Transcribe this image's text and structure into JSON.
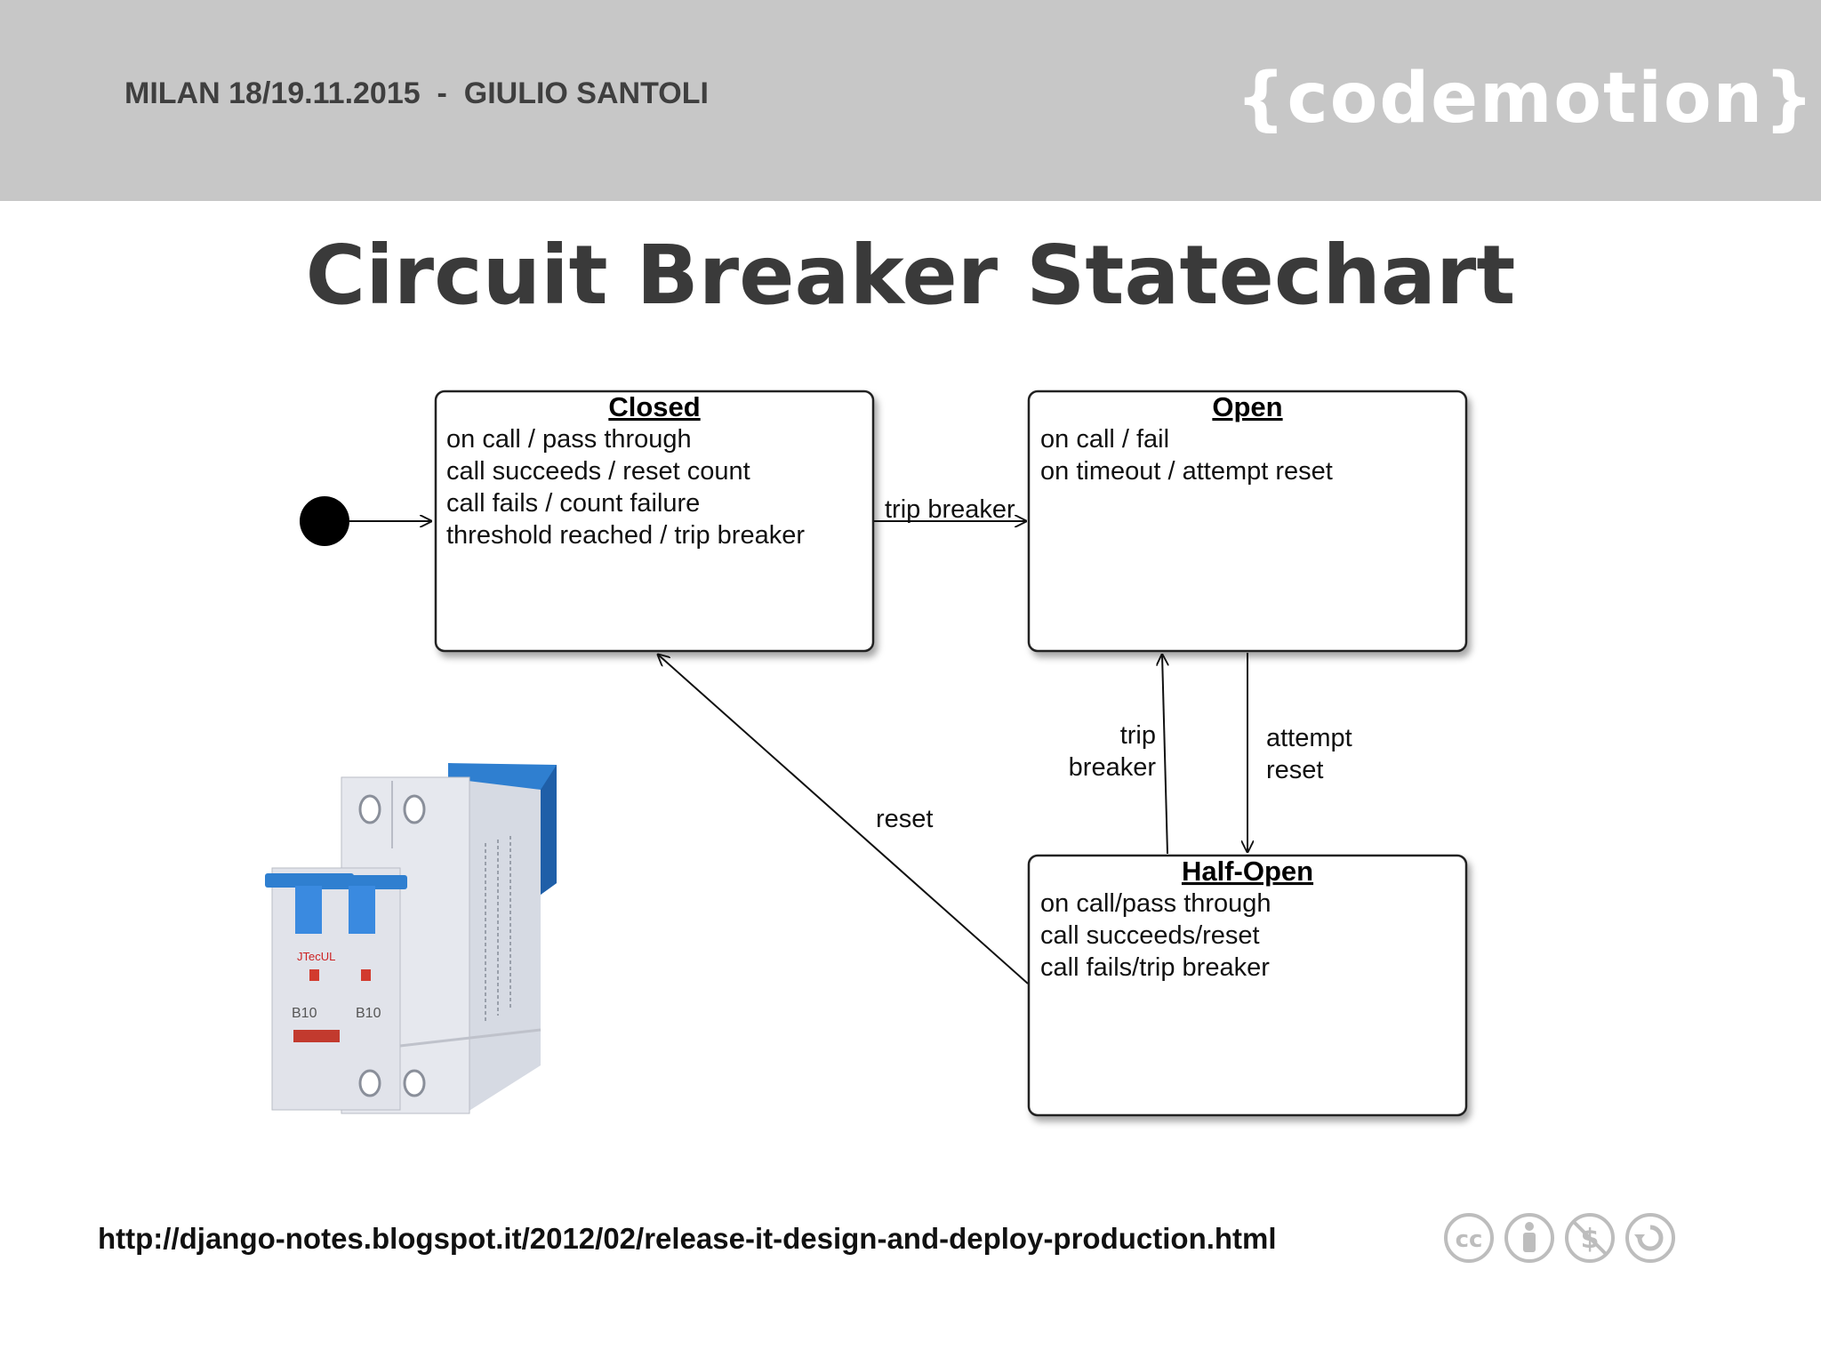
{
  "header": {
    "event_info": "MILAN 18/19.11.2015  -  GIULIO SANTOLI",
    "logo_text": "{codemotion}"
  },
  "slide": {
    "title": "Circuit Breaker Statechart"
  },
  "diagram": {
    "states": {
      "closed": {
        "name": "Closed",
        "lines": [
          "on call / pass through",
          "call succeeds / reset count",
          "call fails / count failure",
          "threshold reached / trip breaker"
        ]
      },
      "open": {
        "name": "Open",
        "lines": [
          "on call / fail",
          "on timeout / attempt reset"
        ]
      },
      "half_open": {
        "name": "Half-Open",
        "lines": [
          "on call/pass through",
          "call succeeds/reset",
          "call fails/trip breaker"
        ]
      }
    },
    "transitions": {
      "closed_to_open": "trip breaker",
      "half_open_to_open": [
        "trip",
        "breaker"
      ],
      "open_to_half_open": [
        "attempt",
        "reset"
      ],
      "half_open_to_closed": "reset"
    }
  },
  "footer": {
    "source_url": "http://django-notes.blogspot.it/2012/02/release-it-design-and-deploy-production.html",
    "license_icons": [
      "cc-icon",
      "by-attribution-icon",
      "nc-noncommercial-icon",
      "sa-sharealike-icon"
    ]
  }
}
